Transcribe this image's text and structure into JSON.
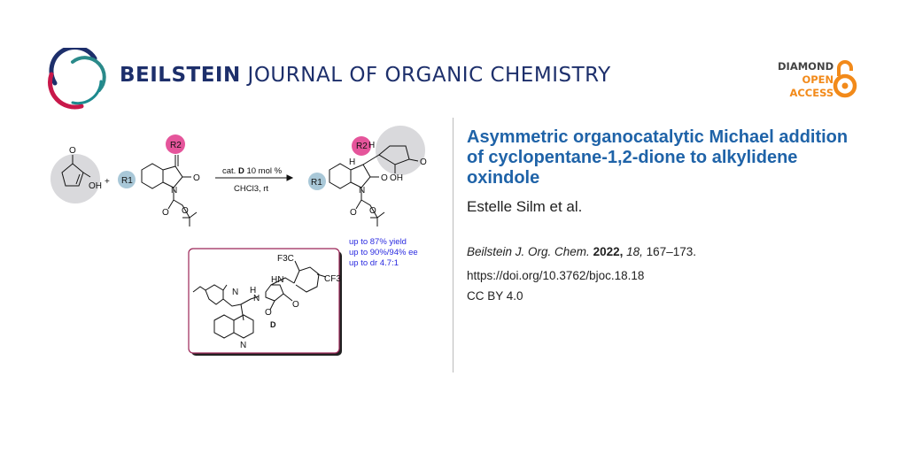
{
  "header": {
    "journal_bold": "BEILSTEIN",
    "journal_rest": "JOURNAL OF ORGANIC CHEMISTRY",
    "open_access": [
      "DIAMOND",
      "OPEN",
      "ACCESS"
    ]
  },
  "article": {
    "title": "Asymmetric organocatalytic Michael addition of cyclopentane-1,2-dione to alkylidene oxindole",
    "authors": "Estelle Silm et al.",
    "journal_abbrev": "Beilstein J. Org. Chem.",
    "year": "2022,",
    "volume": "18,",
    "pages": "167–173.",
    "doi": "https://doi.org/10.3762/bjoc.18.18",
    "license": "CC BY 4.0"
  },
  "scheme": {
    "plus": "+",
    "conditions_top_pre": "cat. ",
    "catalyst_label": "D",
    "conditions_top_post": " 10 mol %",
    "conditions_bottom": "CHCl3, rt",
    "results": [
      "up to 87% yield",
      "up to 90%/94% ee",
      "up to dr 4.7:1"
    ],
    "atoms": {
      "O": "O",
      "OH": "OH",
      "N": "N",
      "H": "H",
      "NH": "HN",
      "R1": "R1",
      "R2": "R2",
      "CF3": "CF3",
      "F3C": "F3C"
    },
    "colors": {
      "pink": "#e5559b",
      "blue_circle": "#a9c8d8",
      "grey_circle": "#d9d9dc",
      "box_border": "#9b2557",
      "results": "#2a2ae0"
    }
  }
}
